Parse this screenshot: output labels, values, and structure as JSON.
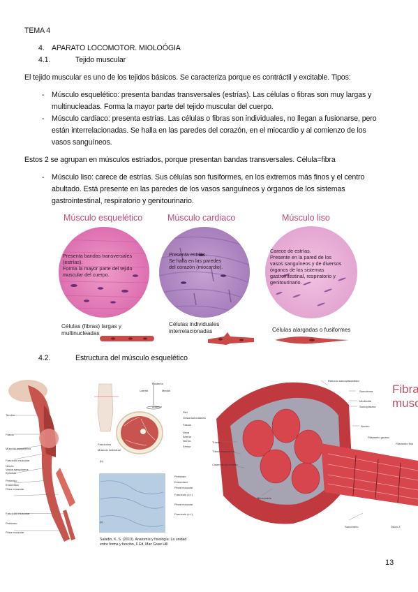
{
  "header": {
    "topic": "TEMA 4"
  },
  "section": {
    "number": "4.",
    "title": "APARATO LOCOMOTOR. MIOLOÓGIA"
  },
  "subsection1": {
    "number": "4.1.",
    "title": "Tejido muscular"
  },
  "intro": "El tejido muscular es uno de los tejidos básicos. Se caracteriza porque es contráctil y excitable. Tipos:",
  "list1": [
    {
      "lines": [
        "Músculo esquelético: presenta bandas transversales (estrías). Las células o fibras son muy largas y",
        "multinucleadas. Forma la mayor parte del tejido muscular del cuerpo."
      ]
    },
    {
      "lines": [
        "Músculo cardiaco: presenta estrías. Las células o fibras son individuales, no llegan a fusionarse, pero",
        "están interrelacionadas. Se halla en las paredes del corazón, en el miocardio y al comienzo de los",
        "vasos sanguíneos."
      ]
    }
  ],
  "striated_note": "Estos 2 se agrupan en músculos estriados, porque presentan bandas transversales. Célula=fibra",
  "list2": [
    {
      "lines": [
        "Músculo liso: carece de estrías. Sus células son fusiformes, en los extremos más finos y el centro",
        "abultado. Está presente en las paredes de los vasos sanguíneos y órganos de los sistemas",
        "gastrointestinal, respiratorio y genitourinario."
      ]
    }
  ],
  "figure1": {
    "skeletal": {
      "title": "Músculo esquelético",
      "text": [
        "Presenta bandas transversales",
        "(estrías).",
        "Forma la mayor parte del tejido",
        "muscular del cuerpo."
      ],
      "caption": [
        "Células (fibras) largas y",
        "multinucleadas"
      ]
    },
    "cardiac": {
      "title": "Músculo cardiaco",
      "text": [
        "Presenta estrías.",
        "Se halla en las paredes",
        "del corazón (miocardio)."
      ],
      "caption": [
        "Células individuales",
        "interrelacionadas"
      ]
    },
    "smooth": {
      "title": "Músculo liso",
      "text": [
        "Carece de estrías.",
        "Presente en la pared de los",
        "vasos sanguíneos y de diversos",
        "órganos de los sistemas",
        "gastrointestinal, respiratorio y",
        "genitourinario."
      ],
      "caption": [
        "Células alargadas o fusiformes"
      ]
    }
  },
  "subsection2": {
    "number": "4.2.",
    "title": "Estructura del músculo esquelético"
  },
  "figure2": {
    "left_labels": [
      "Tendón",
      "Fascia",
      "Músculo esquelético",
      "Fascículo muscular",
      "Nervio",
      "Vasos sanguíneos",
      "Epimisio",
      "Perimisio",
      "Endomisio",
      "Fibra muscular",
      "Fascículo muscular",
      "Perimisio",
      "Fibra muscular"
    ],
    "compass": [
      "Posterior",
      "Lateral",
      "Medial",
      "Anterior"
    ],
    "section_labels": [
      "Piel",
      "Grasa subcutánea",
      "Fascia",
      "Vena",
      "Arteria",
      "Nervio",
      "Fémur",
      "Fascículos",
      "Músculo individual"
    ],
    "micro_labels": [
      "Perimisio",
      "Endomisio",
      "Fibra muscular",
      "Fascículo (c.t.)",
      "Fibra muscular",
      "Fascículo (c.t.)"
    ],
    "panel_marks": [
      "(b)",
      "(c)"
    ],
    "credit": [
      "Saladin, K. S. (2013). Anatomía y fisiología: La unidad",
      "entre forma y función, 6 Ed, Mac Graw Hill"
    ],
    "fiber_labels": [
      "Retículo sarcoplasmático",
      "Sarcolema",
      "Miofibrilla",
      "Sarcoplasma",
      "Núcleo",
      "Filamento grueso",
      "Filamento fino",
      "Tríada",
      "Túbulo transverso",
      "Cisternas terminales",
      "Mitocondria",
      "Sarcómero",
      "Disco Z"
    ],
    "title": [
      "Fibra",
      "musc"
    ]
  },
  "page_number": "13",
  "colors": {
    "accent_title": "#c04a78",
    "skeletal_pink": "#e07ab5",
    "cardiac_violet": "#a77fbc",
    "smooth_pink": "#e4a6d2",
    "fiber_red": "#d7464d",
    "fibra_title": "#b85466"
  }
}
